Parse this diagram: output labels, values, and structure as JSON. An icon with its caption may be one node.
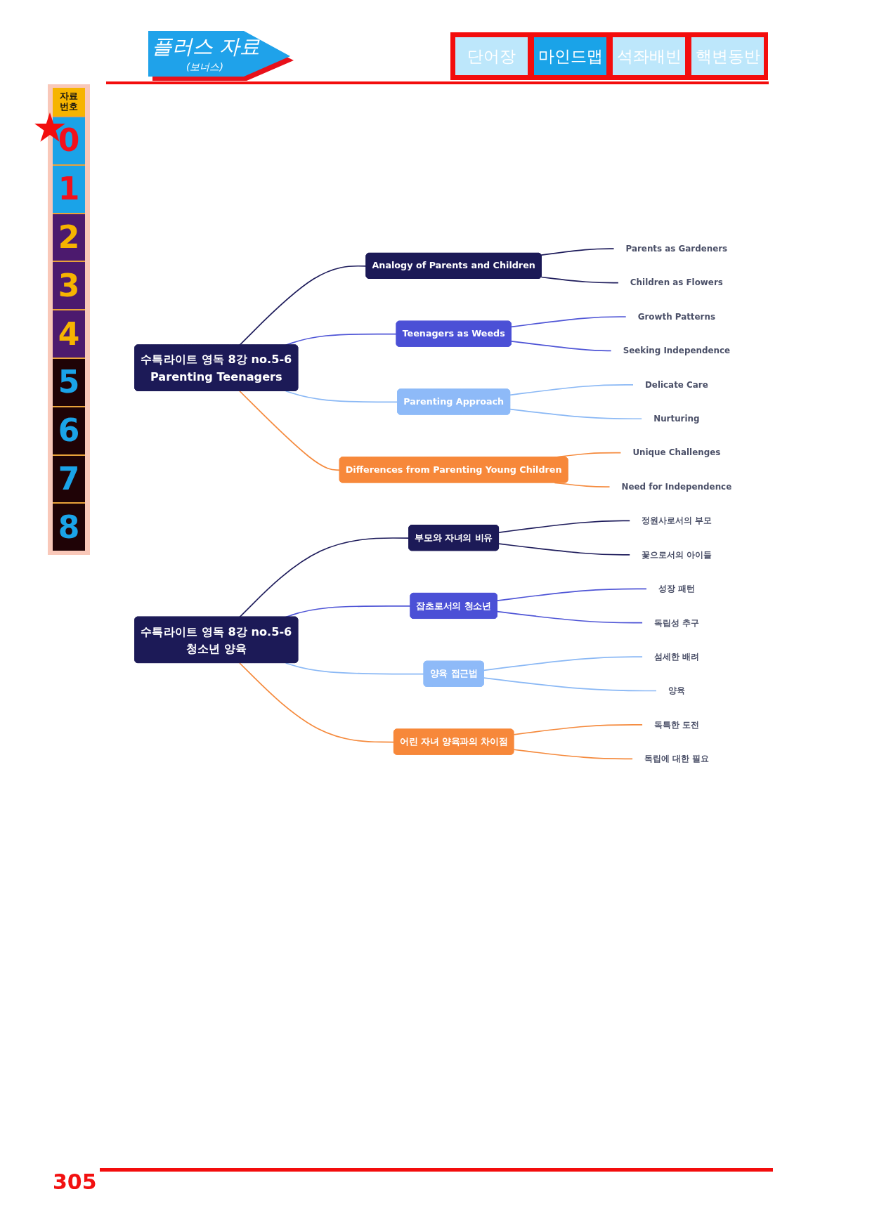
{
  "diagram": {
    "nodes": [
      {
        "text": [
          "수특라이트 영독 8강 no.5-6",
          "Parenting Teenagers"
        ]
      },
      {
        "text": [
          "Analogy of Parents and Children"
        ]
      },
      {
        "text": [
          "Parents as Gardeners"
        ]
      },
      {
        "text": [
          "Children as Flowers"
        ]
      },
      {
        "text": [
          "Teenagers as Weeds"
        ]
      },
      {
        "text": [
          "Growth Patterns"
        ]
      },
      {
        "text": [
          "Seeking Independence"
        ]
      },
      {
        "text": [
          "Parenting Approach"
        ]
      },
      {
        "text": [
          "Delicate Care"
        ]
      },
      {
        "text": [
          "Nurturing"
        ]
      },
      {
        "text": [
          "Differences from Parenting Young Children"
        ]
      },
      {
        "text": [
          "Unique Challenges"
        ]
      },
      {
        "text": [
          "Need for Independence"
        ]
      },
      {
        "text": [
          "수특라이트 영독 8강 no.5-6",
          "청소년 양육"
        ]
      },
      {
        "text": [
          "부모와 자녀의 비유"
        ]
      },
      {
        "text": [
          "정원사로서의 부모"
        ]
      },
      {
        "text": [
          "꽃으로서의 아이들"
        ]
      },
      {
        "text": [
          "잡초로서의 청소년"
        ]
      },
      {
        "text": [
          "성장 패턴"
        ]
      },
      {
        "text": [
          "독립성 추구"
        ]
      },
      {
        "text": [
          "양육 접근법"
        ]
      },
      {
        "text": [
          "섬세한 배려"
        ]
      },
      {
        "text": [
          "양육"
        ]
      },
      {
        "text": [
          "어린 자녀 양육과의 차이점"
        ]
      },
      {
        "text": [
          "독특한 도전"
        ]
      },
      {
        "text": [
          "독립에 대한 필요"
        ]
      }
    ],
    "edges": [
      {
        "from": 0,
        "to": 1,
        "arrow": "none",
        "color": "#1f1d5c"
      },
      {
        "from": 1,
        "to": 2,
        "arrow": "none",
        "color": "#1f1d5c"
      },
      {
        "from": 1,
        "to": 3,
        "arrow": "none",
        "color": "#1f1d5c"
      },
      {
        "from": 0,
        "to": 4,
        "arrow": "none",
        "color": "#4f55d6"
      },
      {
        "from": 4,
        "to": 5,
        "arrow": "none",
        "color": "#4f55d6"
      },
      {
        "from": 4,
        "to": 6,
        "arrow": "none",
        "color": "#4f55d6"
      },
      {
        "from": 0,
        "to": 7,
        "arrow": "none",
        "color": "#8ab8f5"
      },
      {
        "from": 7,
        "to": 8,
        "arrow": "none",
        "color": "#8ab8f5"
      },
      {
        "from": 7,
        "to": 9,
        "arrow": "none",
        "color": "#8ab8f5"
      },
      {
        "from": 0,
        "to": 10,
        "arrow": "none",
        "color": "#f58a3d"
      },
      {
        "from": 10,
        "to": 11,
        "arrow": "none",
        "color": "#f58a3d"
      },
      {
        "from": 10,
        "to": 12,
        "arrow": "none",
        "color": "#f58a3d"
      },
      {
        "from": 13,
        "to": 14,
        "arrow": "none",
        "color": "#1f1d5c"
      },
      {
        "from": 14,
        "to": 15,
        "arrow": "none",
        "color": "#1f1d5c"
      },
      {
        "from": 14,
        "to": 16,
        "arrow": "none",
        "color": "#1f1d5c"
      },
      {
        "from": 13,
        "to": 17,
        "arrow": "none",
        "color": "#4f55d6"
      },
      {
        "from": 17,
        "to": 18,
        "arrow": "none",
        "color": "#4f55d6"
      },
      {
        "from": 17,
        "to": 19,
        "arrow": "none",
        "color": "#4f55d6"
      },
      {
        "from": 13,
        "to": 20,
        "arrow": "none",
        "color": "#8ab8f5"
      },
      {
        "from": 20,
        "to": 21,
        "arrow": "none",
        "color": "#8ab8f5"
      },
      {
        "from": 20,
        "to": 22,
        "arrow": "none",
        "color": "#8ab8f5"
      },
      {
        "from": 13,
        "to": 23,
        "arrow": "none",
        "color": "#f58a3d"
      },
      {
        "from": 23,
        "to": 24,
        "arrow": "none",
        "color": "#f58a3d"
      },
      {
        "from": 23,
        "to": 25,
        "arrow": "none",
        "color": "#f58a3d"
      }
    ],
    "labels": [
      "플러스 자료",
      "(보너스)",
      "단어장",
      "마인드맵",
      "석좌배빈",
      "핵변동반",
      "자료 번호",
      "0",
      "1",
      "2",
      "3",
      "4",
      "5",
      "6",
      "7",
      "8",
      "305"
    ]
  }
}
